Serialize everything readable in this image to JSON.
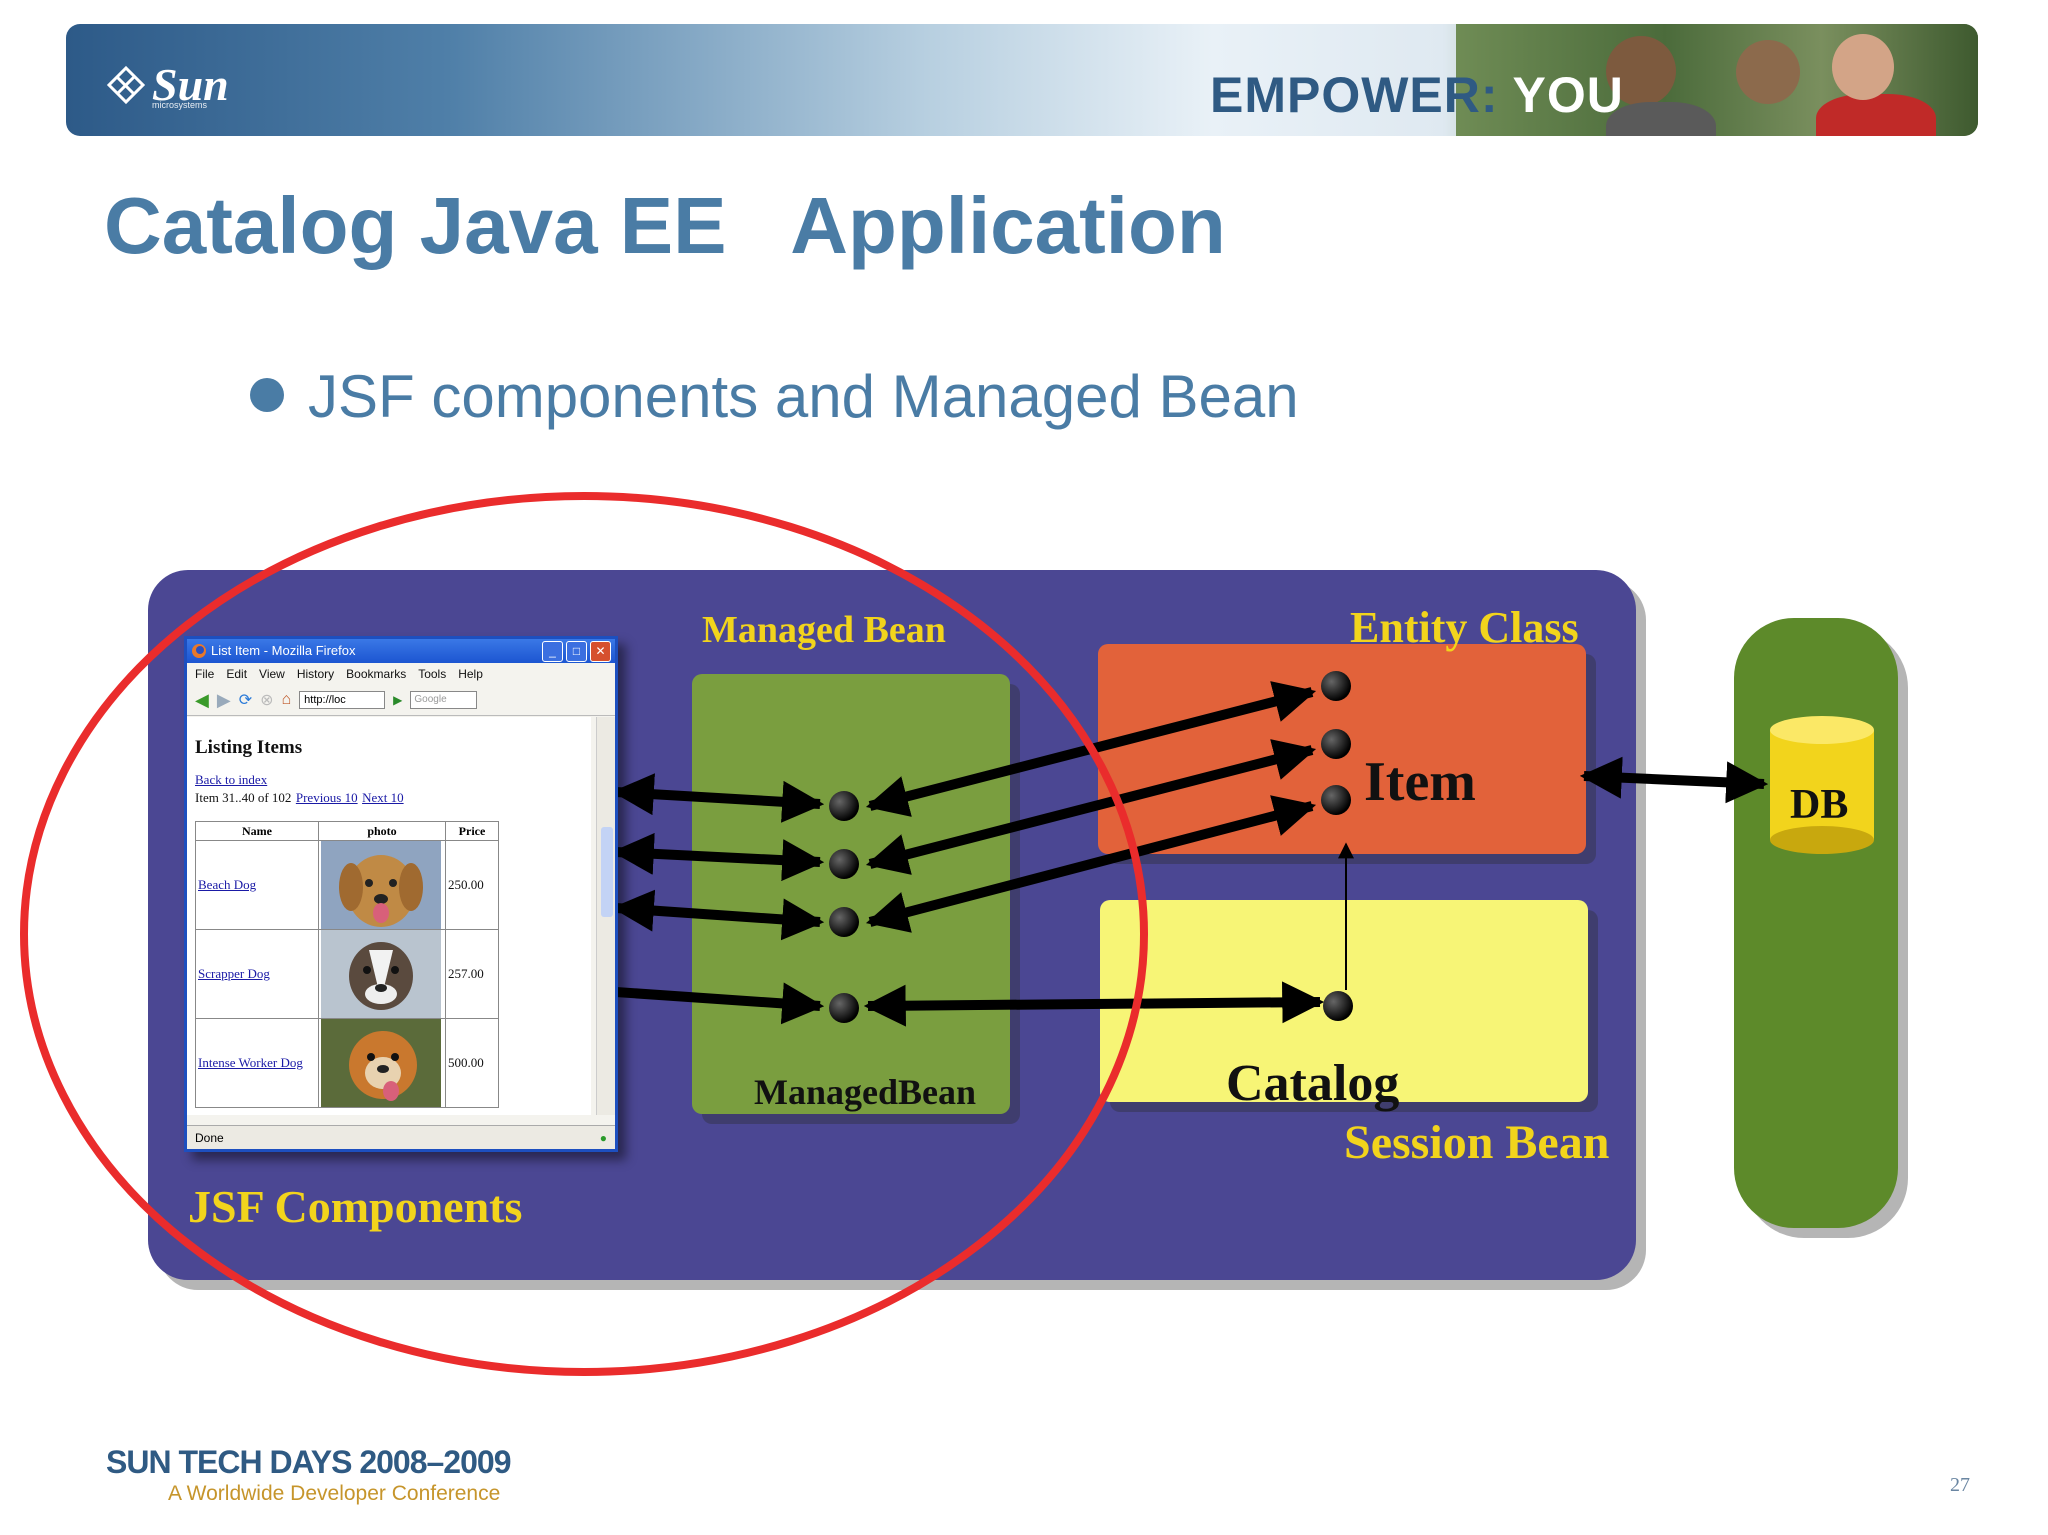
{
  "header": {
    "logo_text": "Sun",
    "logo_subtext": "microsystems",
    "tagline_prefix": "EMPOWER:",
    "tagline_suffix": "YOU"
  },
  "slide": {
    "title": "Catalog Java EE   Application",
    "bullet": "JSF components and Managed Bean",
    "page_number": "27"
  },
  "diagram": {
    "managed_bean_label": "Managed Bean",
    "managed_bean_inner": "ManagedBean",
    "entity_class_label": "Entity Class",
    "entity_inner": "Item",
    "session_inner": "Catalog",
    "session_label": "Session Bean",
    "db_label": "DB",
    "jsf_label": "JSF Components"
  },
  "browser": {
    "window_title": "List Item - Mozilla Firefox",
    "menu": [
      "File",
      "Edit",
      "View",
      "History",
      "Bookmarks",
      "Tools",
      "Help"
    ],
    "url": "http://loc",
    "search_placeholder": "Google",
    "heading": "Listing Items",
    "back_link": "Back to index",
    "range_text": "Item 31..40 of 102",
    "prev_link": "Previous 10",
    "next_link": "Next 10",
    "columns": [
      "Name",
      "photo",
      "Price"
    ],
    "rows": [
      {
        "name": "Beach Dog",
        "price": "250.00"
      },
      {
        "name": "Scrapper Dog",
        "price": "257.00"
      },
      {
        "name": "Intense Worker Dog",
        "price": "500.00"
      }
    ],
    "status": "Done"
  },
  "footer": {
    "event": "SUN TECH DAYS",
    "years": "2008–2009",
    "subtitle": "A Worldwide Developer Conference"
  },
  "colors": {
    "title_blue": "#4a7ca5",
    "panel_purple": "#4b4793",
    "bean_green": "#7a9e3f",
    "entity_orange": "#e2623a",
    "session_yellow": "#f7f576",
    "db_green": "#5d8a2a",
    "label_gold": "#f2d41c",
    "highlight_red": "#ea2c2c"
  }
}
